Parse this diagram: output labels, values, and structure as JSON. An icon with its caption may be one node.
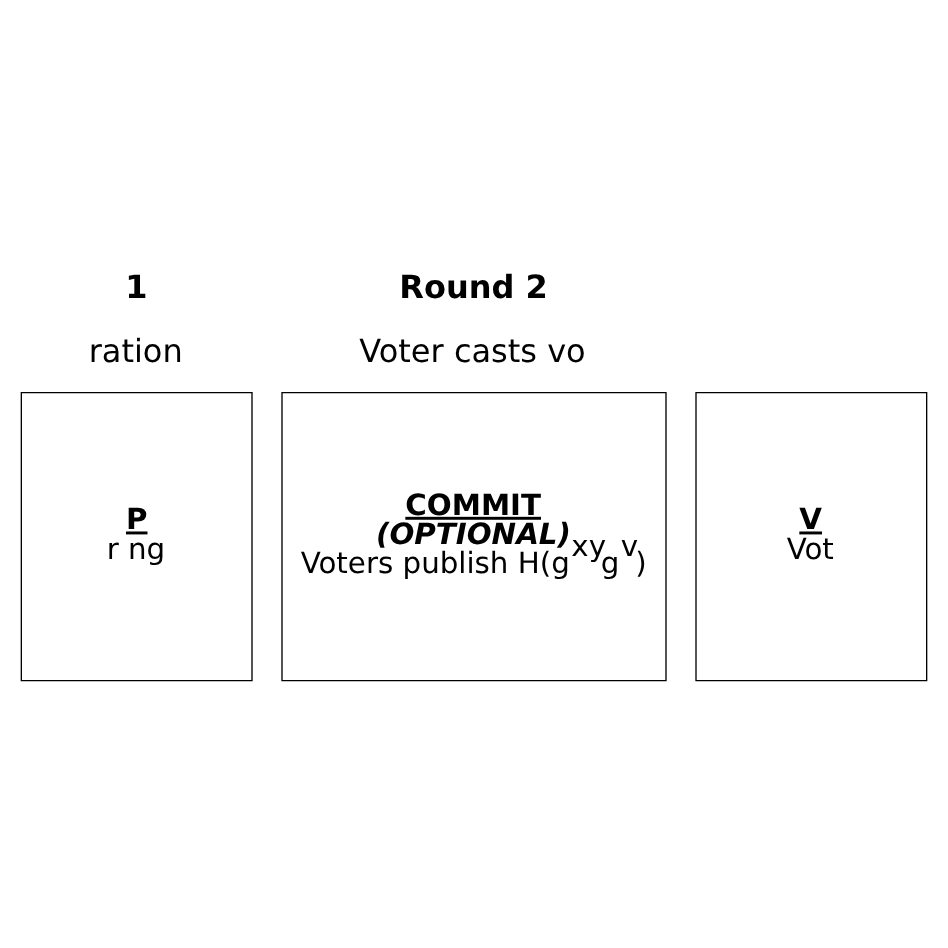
{
  "diagram": {
    "nodes": [
      {
        "text": [
          "P",
          "r ng"
        ]
      },
      {
        "text": [
          "COMMIT",
          "(OPTIONAL)",
          "Voters publish H(g$^{xy}$g$^{v}$)"
        ]
      },
      {
        "text": [
          "V",
          "Vot"
        ]
      }
    ],
    "labels": [
      "1",
      "Round 2",
      "ration",
      "Voter casts vo"
    ]
  }
}
